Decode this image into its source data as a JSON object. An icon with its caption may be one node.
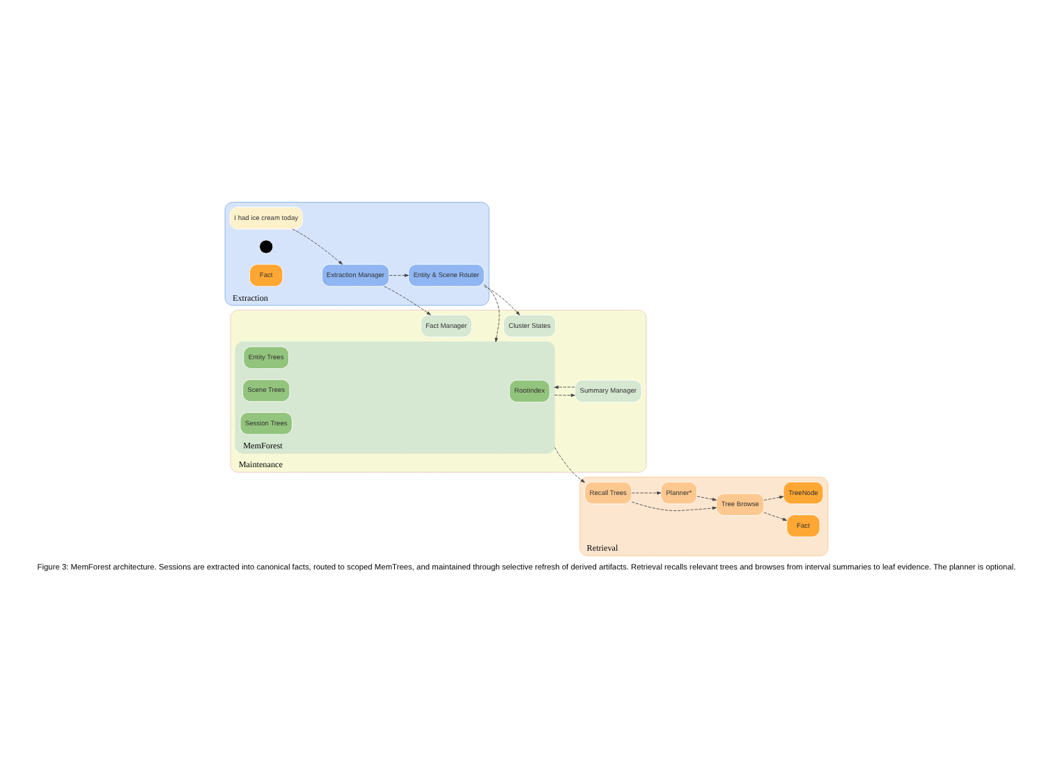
{
  "diagram": {
    "caption": "Figure 3: MemForest architecture. Sessions are extracted into canonical facts, routed to scoped MemTrees, and maintained through selective refresh of derived artifacts. Retrieval recalls relevant trees and browses from interval summaries to leaf evidence. The planner is optional.",
    "nodes": [
      {
        "text": [
          "Extraction"
        ]
      },
      {
        "text": [
          "I had ice cream today"
        ],
        "in": 0
      },
      {
        "text": [],
        "shape": "person",
        "in": 0
      },
      {
        "text": [
          "Extraction Manager"
        ],
        "in": 0
      },
      {
        "text": [
          "Fact"
        ],
        "in": 0
      },
      {
        "text": [
          "Entity & Scene Router"
        ],
        "in": 0
      },
      {
        "text": [
          "Retrieval"
        ]
      },
      {
        "text": [
          "Fact"
        ],
        "in": 6
      },
      {
        "text": [
          "TreeNode"
        ],
        "in": 6
      },
      {
        "text": [
          "Tree Browse"
        ],
        "in": 6
      },
      {
        "text": [
          "Recall Trees"
        ],
        "in": 6
      },
      {
        "text": [
          "Planner*"
        ],
        "in": 6
      },
      {
        "text": [
          "Maintenance"
        ]
      },
      {
        "text": [
          "Fact Manager"
        ],
        "in": 12
      },
      {
        "text": [
          "Cluster States"
        ],
        "in": 12
      },
      {
        "text": [
          "MemForest"
        ],
        "in": 12
      },
      {
        "text": [
          "RootIndex"
        ],
        "in": 15
      },
      {
        "text": [
          "Entity Trees"
        ],
        "in": 15
      },
      {
        "text": [
          "Scene Trees"
        ],
        "in": 15
      },
      {
        "text": [
          "Session Trees"
        ],
        "in": 15
      },
      {
        "text": [
          "Summary Manager"
        ],
        "in": 12
      }
    ],
    "edges": [
      {
        "from": 1,
        "to": 3,
        "arrow": "to",
        "style": "dashed"
      },
      {
        "from": 3,
        "to": 13,
        "arrow": "to",
        "style": "dashed"
      },
      {
        "from": 3,
        "to": 5,
        "arrow": "to",
        "style": "dashed"
      },
      {
        "from": 5,
        "to": 14,
        "arrow": "to",
        "style": "dashed"
      },
      {
        "from": 5,
        "to": 15,
        "arrow": "to",
        "style": "dashed"
      },
      {
        "from": 15,
        "to": 10,
        "arrow": "to",
        "style": "dashed"
      },
      {
        "from": 15,
        "to": 20,
        "arrow": "to",
        "style": "dashed"
      },
      {
        "from": 20,
        "to": 15,
        "arrow": "to",
        "style": "dashed"
      },
      {
        "from": 10,
        "to": 9,
        "arrow": "to",
        "style": "dashed"
      },
      {
        "from": 10,
        "to": 11,
        "arrow": "to",
        "style": "dashed"
      },
      {
        "from": 11,
        "to": 9,
        "arrow": "to",
        "style": "dashed"
      },
      {
        "from": 9,
        "to": 7,
        "arrow": "to",
        "style": "dashed"
      },
      {
        "from": 9,
        "to": 8,
        "arrow": "to",
        "style": "dashed"
      }
    ]
  }
}
